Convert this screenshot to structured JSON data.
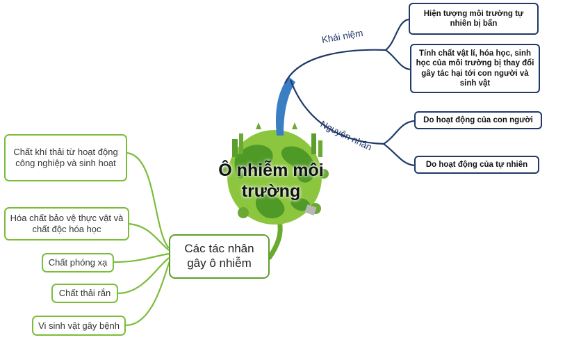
{
  "center": {
    "title_line1": "Ô nhiễm môi",
    "title_line2": "trường"
  },
  "branches": {
    "khai_niem": {
      "label": "Khái niệm",
      "items": [
        "Hiện tượng môi trường tự nhiên bị bẩn",
        "Tính chất vật lí, hóa học, sinh học của môi trường bị thay đổi gây tác hại tới con người và sinh vật"
      ]
    },
    "nguyen_nhan": {
      "label": "Nguyên nhân",
      "items": [
        "Do hoạt động của con người",
        "Do hoạt động của tự nhiên"
      ]
    },
    "tac_nhan": {
      "label": "Các tác nhân gây ô nhiễm",
      "items": [
        "Chất khí thải từ hoạt động công nghiệp và sinh hoạt",
        "Hóa chất bảo vệ thực vật và chất độc hóa học",
        "Chất phóng xạ",
        "Chất thải rắn",
        "Vi sinh vật gây bệnh"
      ]
    }
  },
  "colors": {
    "blue_branch": "#1f3a68",
    "blue_trunk": "#3a7fc4",
    "green_branch": "#7bbd3a",
    "globe_ocean": "#8cc63f",
    "globe_land": "#4f9a26"
  }
}
